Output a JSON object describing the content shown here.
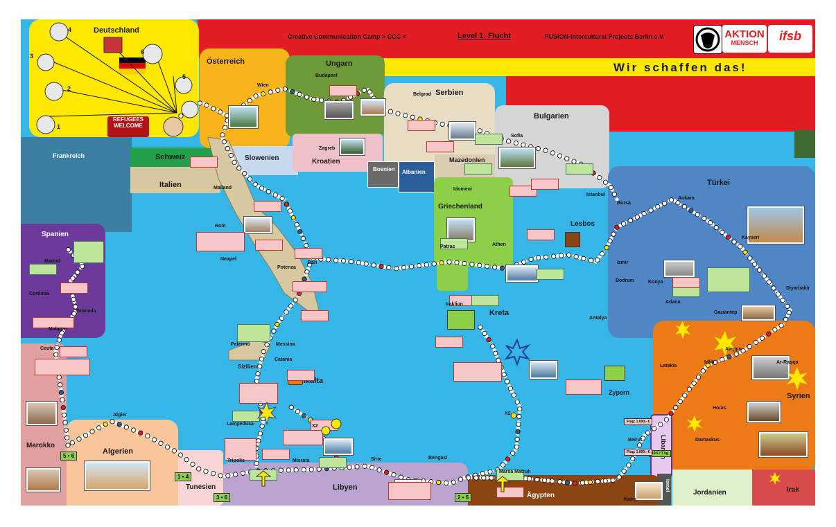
{
  "header": {
    "camp": "Creative Communication Camp   > CCC <",
    "level": "Level 1:  Flucht",
    "org": "FUSION-Intercultural  Projects Berlin e.V.",
    "slogan": "Wir  schaffen  das!",
    "logo_aktion_line1": "AKTION",
    "logo_aktion_line2": "MENSCH",
    "logo_ifsb": "ifsb"
  },
  "regions": {
    "deutschland": "Deutschland",
    "frankreich": "Frankreich",
    "oesterreich": "Österreich",
    "schweiz": "Schweiz",
    "italien": "Italien",
    "ungarn": "Ungarn",
    "serbien": "Serbien",
    "bulgarien": "Bulgarien",
    "slowenien": "Slowenien",
    "kroatien": "Kroatien",
    "bosnien": "Bosnien",
    "albanien": "Albanien",
    "mazedonien": "Mazedonien",
    "griechenland": "Griechenland",
    "tuerkei": "Türkei",
    "spanien": "Spanien",
    "marokko": "Marokko",
    "algerien": "Algerien",
    "tunesien": "Tunesien",
    "libyen": "Libyen",
    "aegypten": "Ägypten",
    "israel": "Israel",
    "jordanien": "Jordanien",
    "irak": "Irak",
    "syrien": "Syrien",
    "libanon": "Libanon",
    "zypern": "Zypern",
    "malta": "Malta",
    "kreta": "Kreta",
    "lesbos": "Lesbos",
    "sizilien": "Sizilien"
  },
  "cities": {
    "wien": "Wien",
    "budapest": "Budapest",
    "belgrad": "Belgrad",
    "sofia": "Sofia",
    "zagreb": "Zagreb",
    "idomeni": "Idomeni",
    "istanbul": "Istanbul",
    "bursa": "Bursa",
    "ankara": "Ankara",
    "kayseri": "Kayseri",
    "izmir": "Izmir",
    "bodrum": "Bodrum",
    "konya": "Konya",
    "adana": "Adana",
    "antalya": "Antalya",
    "gaziantep": "Gaziantep",
    "diyarbakir": "Diyarbakir",
    "aleppo": "Aleppo",
    "idlib": "Idlib",
    "arraqqa": "Ar-Raqqa",
    "latakia": "Latakia",
    "homs": "Homs",
    "damaskus": "Damaskus",
    "beirut": "Beirut",
    "kairo": "Kairo",
    "marsa": "Marsa Matruh",
    "bengasi": "Bengasi",
    "sirte": "Sirte",
    "misrata": "Misrata",
    "tripolis": "Tripolis",
    "lampedusa": "Lampedusa",
    "algier": "Algier",
    "ceuta": "Ceuta",
    "malaga": "Malaga",
    "granada": "Granada",
    "cordoba": "Cordoba",
    "madrid": "Madrid",
    "mailand": "Mailand",
    "rom": "Rom",
    "neapel": "Neapel",
    "bari": "Bari",
    "potenza": "Potenza",
    "palermo": "Palermo",
    "messina": "Messina",
    "catania": "Catania",
    "patras": "Patras",
    "athen": "Athen",
    "iraklion": "Iraklion"
  },
  "badges": {
    "marokko": "5 • 6",
    "algerien": "1 • 4",
    "tunesien": "3 • 6",
    "aegypten": "2 • 5",
    "libanon_price": "10 € / 7 kg",
    "flug1": "Flug: 1.000,- €",
    "flug2": "Flug: 1.000,- €"
  },
  "dice_labels": [
    "4",
    "3",
    "2",
    "1",
    "6",
    "5"
  ],
  "deutschland_sign_line1": "REFUGEES",
  "deutschland_sign_line2": "WELCOME",
  "x2_a": "X2",
  "x2_b": "X2",
  "colors": {
    "sea": "#35b6e6",
    "germany": "#ffe800",
    "austria": "#f7b51b",
    "hungary": "#6f9a3a",
    "serbia": "#e7dcc4",
    "turkey": "#4f86c6",
    "syria": "#ec7a16",
    "libya": "#b9a4d0",
    "egypt": "#8b4513",
    "spain": "#6b3a9a",
    "italy": "#d8c8a0",
    "greece": "#8bd048",
    "top": "#e21d24"
  }
}
